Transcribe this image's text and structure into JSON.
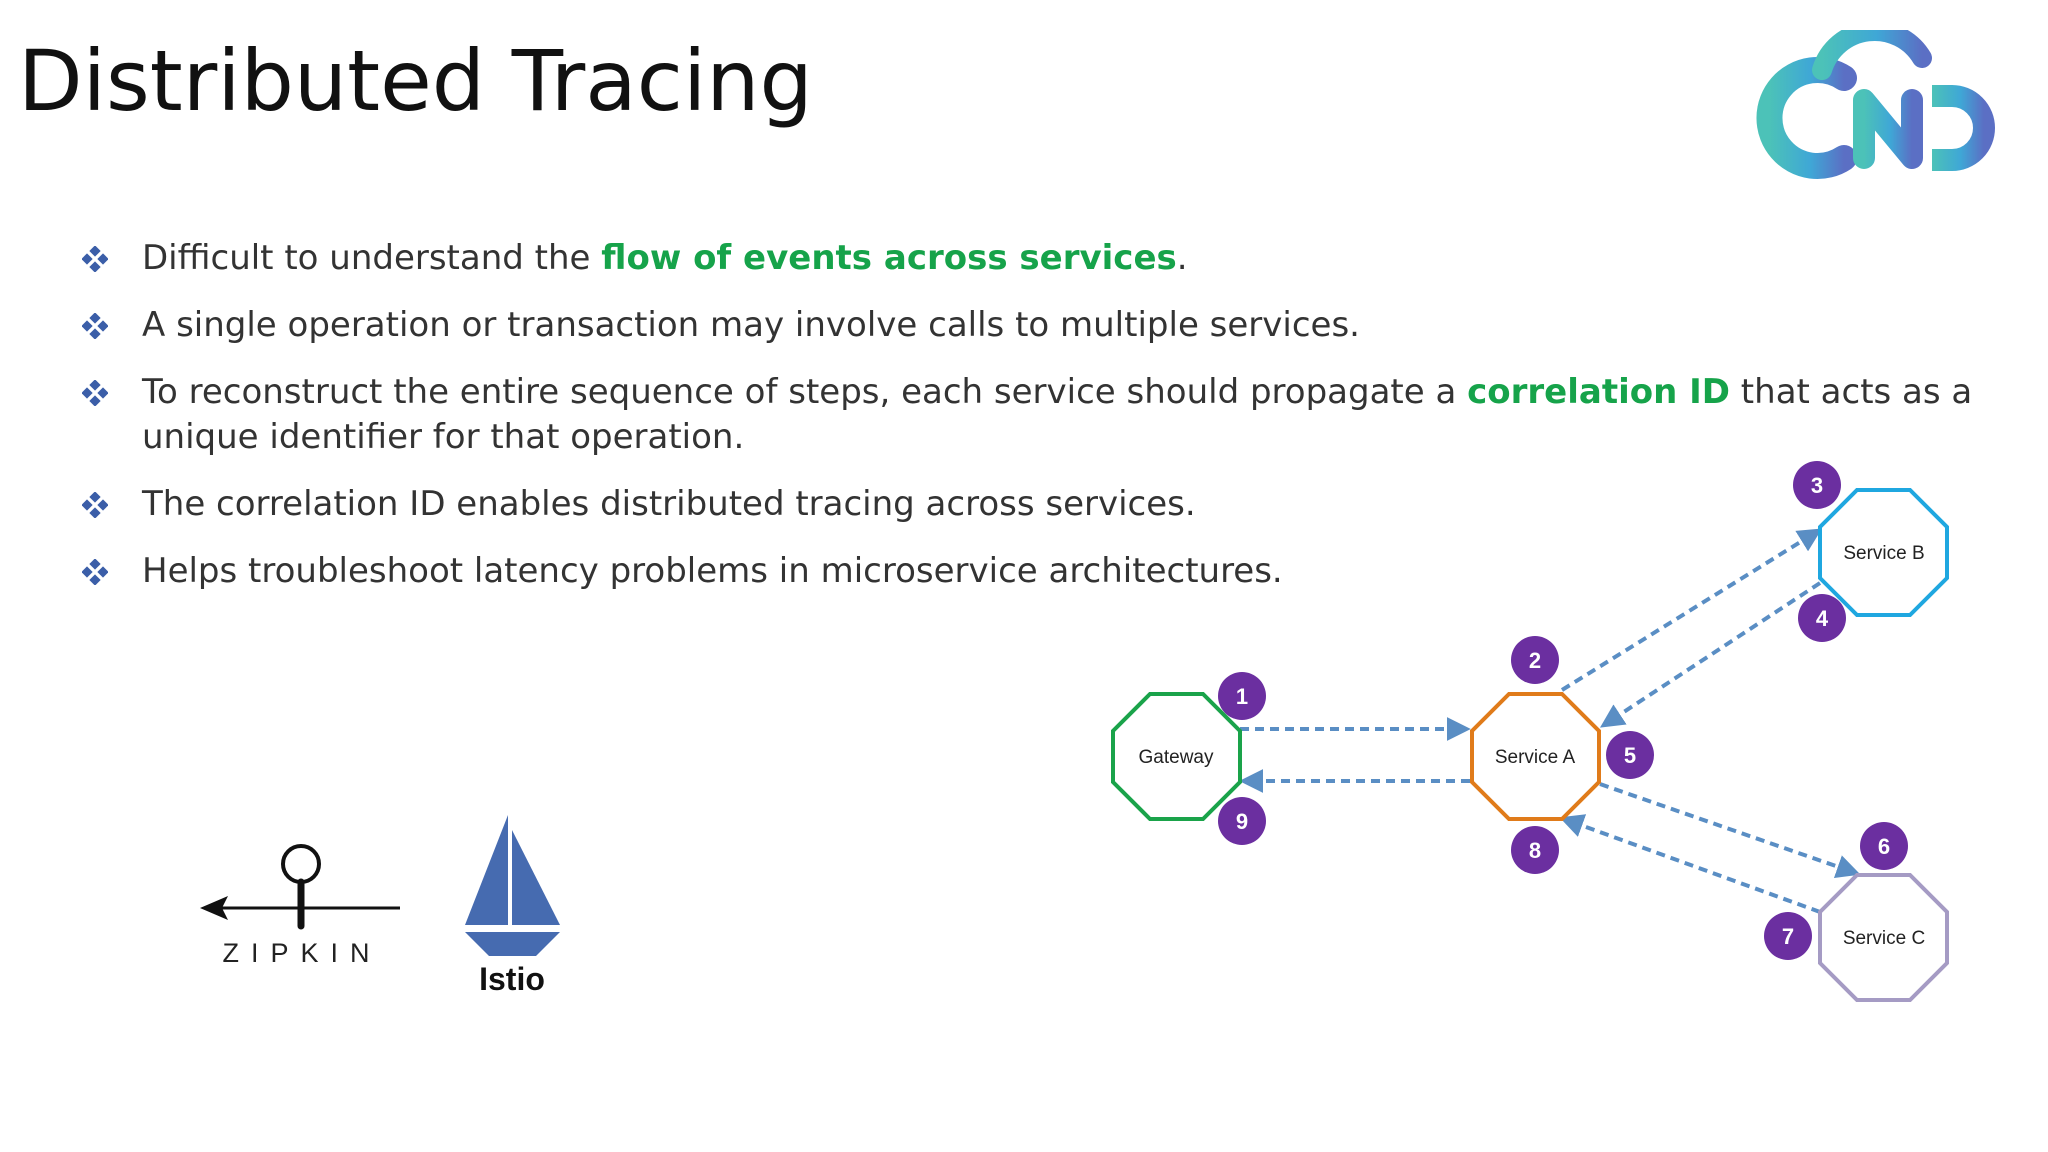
{
  "slide": {
    "title": "Distributed Tracing"
  },
  "bullets": [
    {
      "before": "Difficult to understand the ",
      "highlight": "flow of events across services",
      "after": "."
    },
    {
      "before": "A single operation or transaction may involve calls to multiple services.",
      "highlight": "",
      "after": ""
    },
    {
      "before": "To reconstruct the entire sequence of steps, each service should propagate a ",
      "highlight": "correlation ID",
      "after": " that acts as a unique identifier for that operation."
    },
    {
      "before": "The correlation ID enables distributed tracing across services.",
      "highlight": "",
      "after": ""
    },
    {
      "before": "Helps troubleshoot latency problems in microservice architectures.",
      "highlight": "",
      "after": ""
    }
  ],
  "diagram": {
    "nodes": {
      "gateway": "Gateway",
      "service_a": "Service A",
      "service_b": "Service B",
      "service_c": "Service C"
    },
    "steps": [
      "1",
      "2",
      "3",
      "4",
      "5",
      "6",
      "7",
      "8",
      "9"
    ]
  },
  "tools": {
    "zipkin_label": "ZIPKIN",
    "istio_label": "Istio"
  },
  "colors": {
    "highlight_green": "#16a34a",
    "step_badge_purple": "#6b2fa0",
    "gateway_border": "#1aa34a",
    "service_a_border": "#e07b1a",
    "service_b_border": "#1fa7e0",
    "service_c_border": "#a59bc4",
    "arrow_blue": "#5a8ec4",
    "bullet_blue": "#3b5ea8",
    "istio_blue": "#466bb0"
  },
  "icons": {
    "bullet": "diamond-bullet-icon",
    "logo": "cloud-cnd-logo",
    "zipkin": "zipkin-logo",
    "istio": "istio-sail-logo"
  }
}
